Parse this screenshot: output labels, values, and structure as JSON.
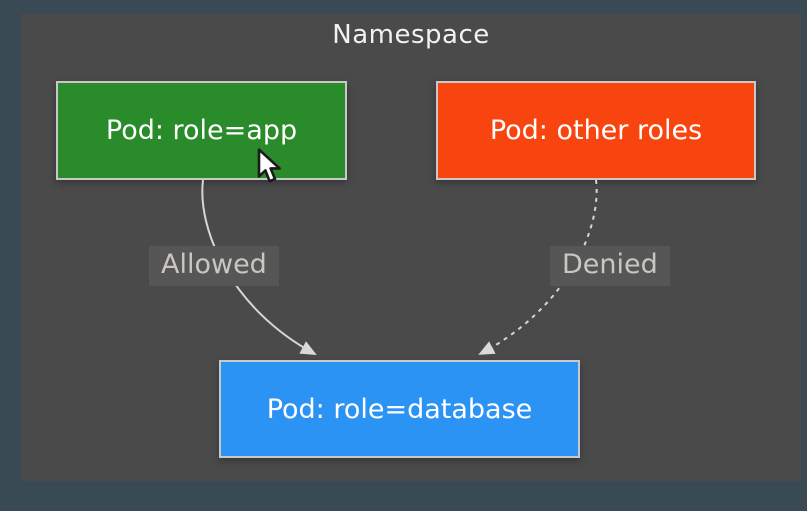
{
  "app": {
    "background_outer": "#3a4a55",
    "background_inner": "#4a4a4b",
    "line_color": "#d6d6d6",
    "label_background": "#565656",
    "label_text_color": "#cac7c0"
  },
  "diagram": {
    "title": "Namespace",
    "nodes": [
      {
        "id": "pod-app",
        "label": "Pod: role=app",
        "fill": "#2a8b2a"
      },
      {
        "id": "pod-other",
        "label": "Pod: other roles",
        "fill": "#f8440f"
      },
      {
        "id": "pod-database",
        "label": "Pod: role=database",
        "fill": "#2b93f4"
      }
    ],
    "edges": [
      {
        "from": "pod-app",
        "to": "pod-database",
        "label": "Allowed",
        "line_style": "solid"
      },
      {
        "from": "pod-other",
        "to": "pod-database",
        "label": "Denied",
        "line_style": "dashed"
      }
    ],
    "icons": {
      "cursor": "mouse-pointer-icon"
    }
  }
}
